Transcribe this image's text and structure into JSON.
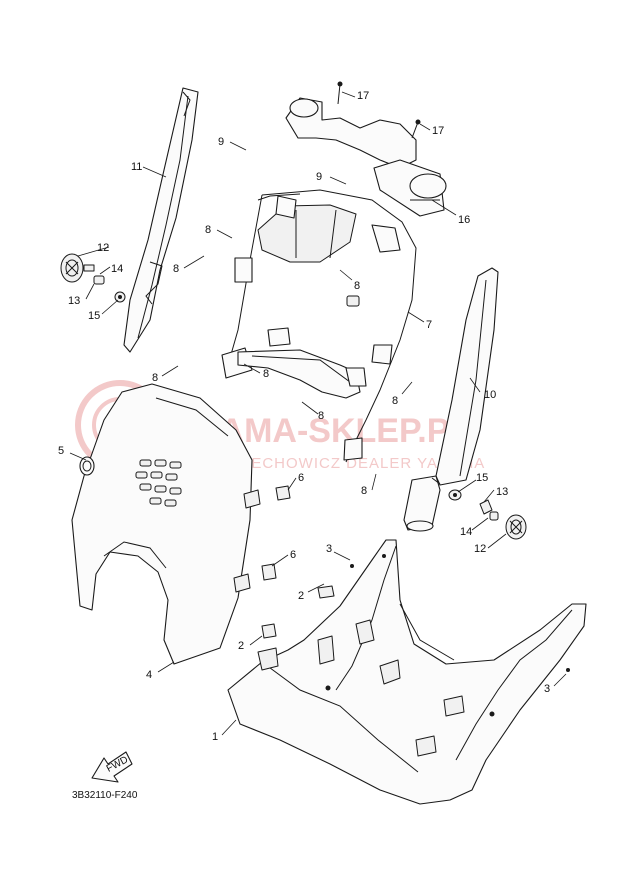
{
  "diagram": {
    "code": "3B32110-F240",
    "fwd_label": "FWD",
    "watermark": {
      "brand": "YAMA-SKLEP.PL",
      "dealer": "WOJCIECHOWICZ DEALER YAMAHA"
    },
    "callouts": {
      "c1": "1",
      "c2a": "2",
      "c2b": "2",
      "c3a": "3",
      "c3b": "3",
      "c4": "4",
      "c5": "5",
      "c6a": "6",
      "c6b": "6",
      "c7": "7",
      "c8a": "8",
      "c8b": "8",
      "c8c": "8",
      "c8d": "8",
      "c8e": "8",
      "c8f": "8",
      "c8g": "8",
      "c8h": "8",
      "c9a": "9",
      "c9b": "9",
      "c10": "10",
      "c11": "11",
      "c12a": "12",
      "c12b": "12",
      "c13a": "13",
      "c13b": "13",
      "c14a": "14",
      "c14b": "14",
      "c15a": "15",
      "c15b": "15",
      "c16": "16",
      "c17a": "17",
      "c17b": "17"
    }
  }
}
